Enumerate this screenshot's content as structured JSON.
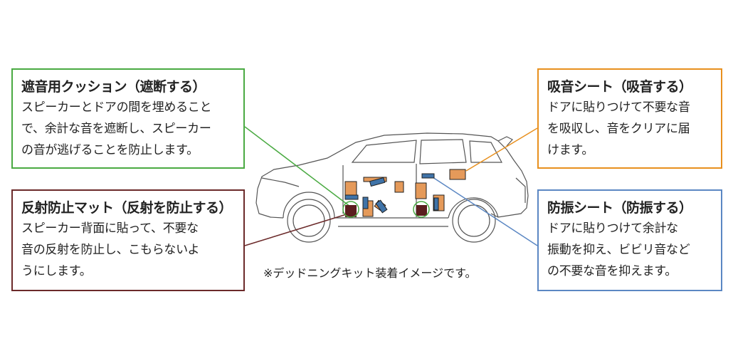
{
  "colors": {
    "green": "#4aaa42",
    "maroon": "#6b2a2a",
    "orange": "#e8901e",
    "blue": "#5b87c3",
    "orange_fill": "#e59a5a",
    "blue_fill": "#3f73a8",
    "maroon_fill": "#5a1e1e"
  },
  "callouts": {
    "sound_cushion": {
      "title": "遮音用クッション（遮断する）",
      "lines": [
        "スピーカーとドアの間を埋めること",
        "で、余計な音を遮断し、スピーカー",
        "の音が逃げることを防止します。"
      ]
    },
    "anti_reflection_mat": {
      "title": "反射防止マット（反射を防止する）",
      "lines": [
        "スピーカー背面に貼って、不要な",
        "音の反射を防止し、こもらないよ",
        "うにします。"
      ]
    },
    "sound_absorbing_sheet": {
      "title": "吸音シート（吸音する）",
      "lines": [
        "ドアに貼りつけて不要な音",
        "を吸収し、音をクリアに届",
        "けます。"
      ]
    },
    "damping_sheet": {
      "title": "防振シート（防振する）",
      "lines": [
        "ドアに貼りつけて余計な",
        "振動を抑え、ビビリ音など",
        "の不要な音を抑えます。"
      ]
    }
  },
  "caption": "※デッドニングキット装着イメージです。",
  "illustration": {
    "subject": "car-side-view",
    "icon": "suv-outline-icon"
  }
}
